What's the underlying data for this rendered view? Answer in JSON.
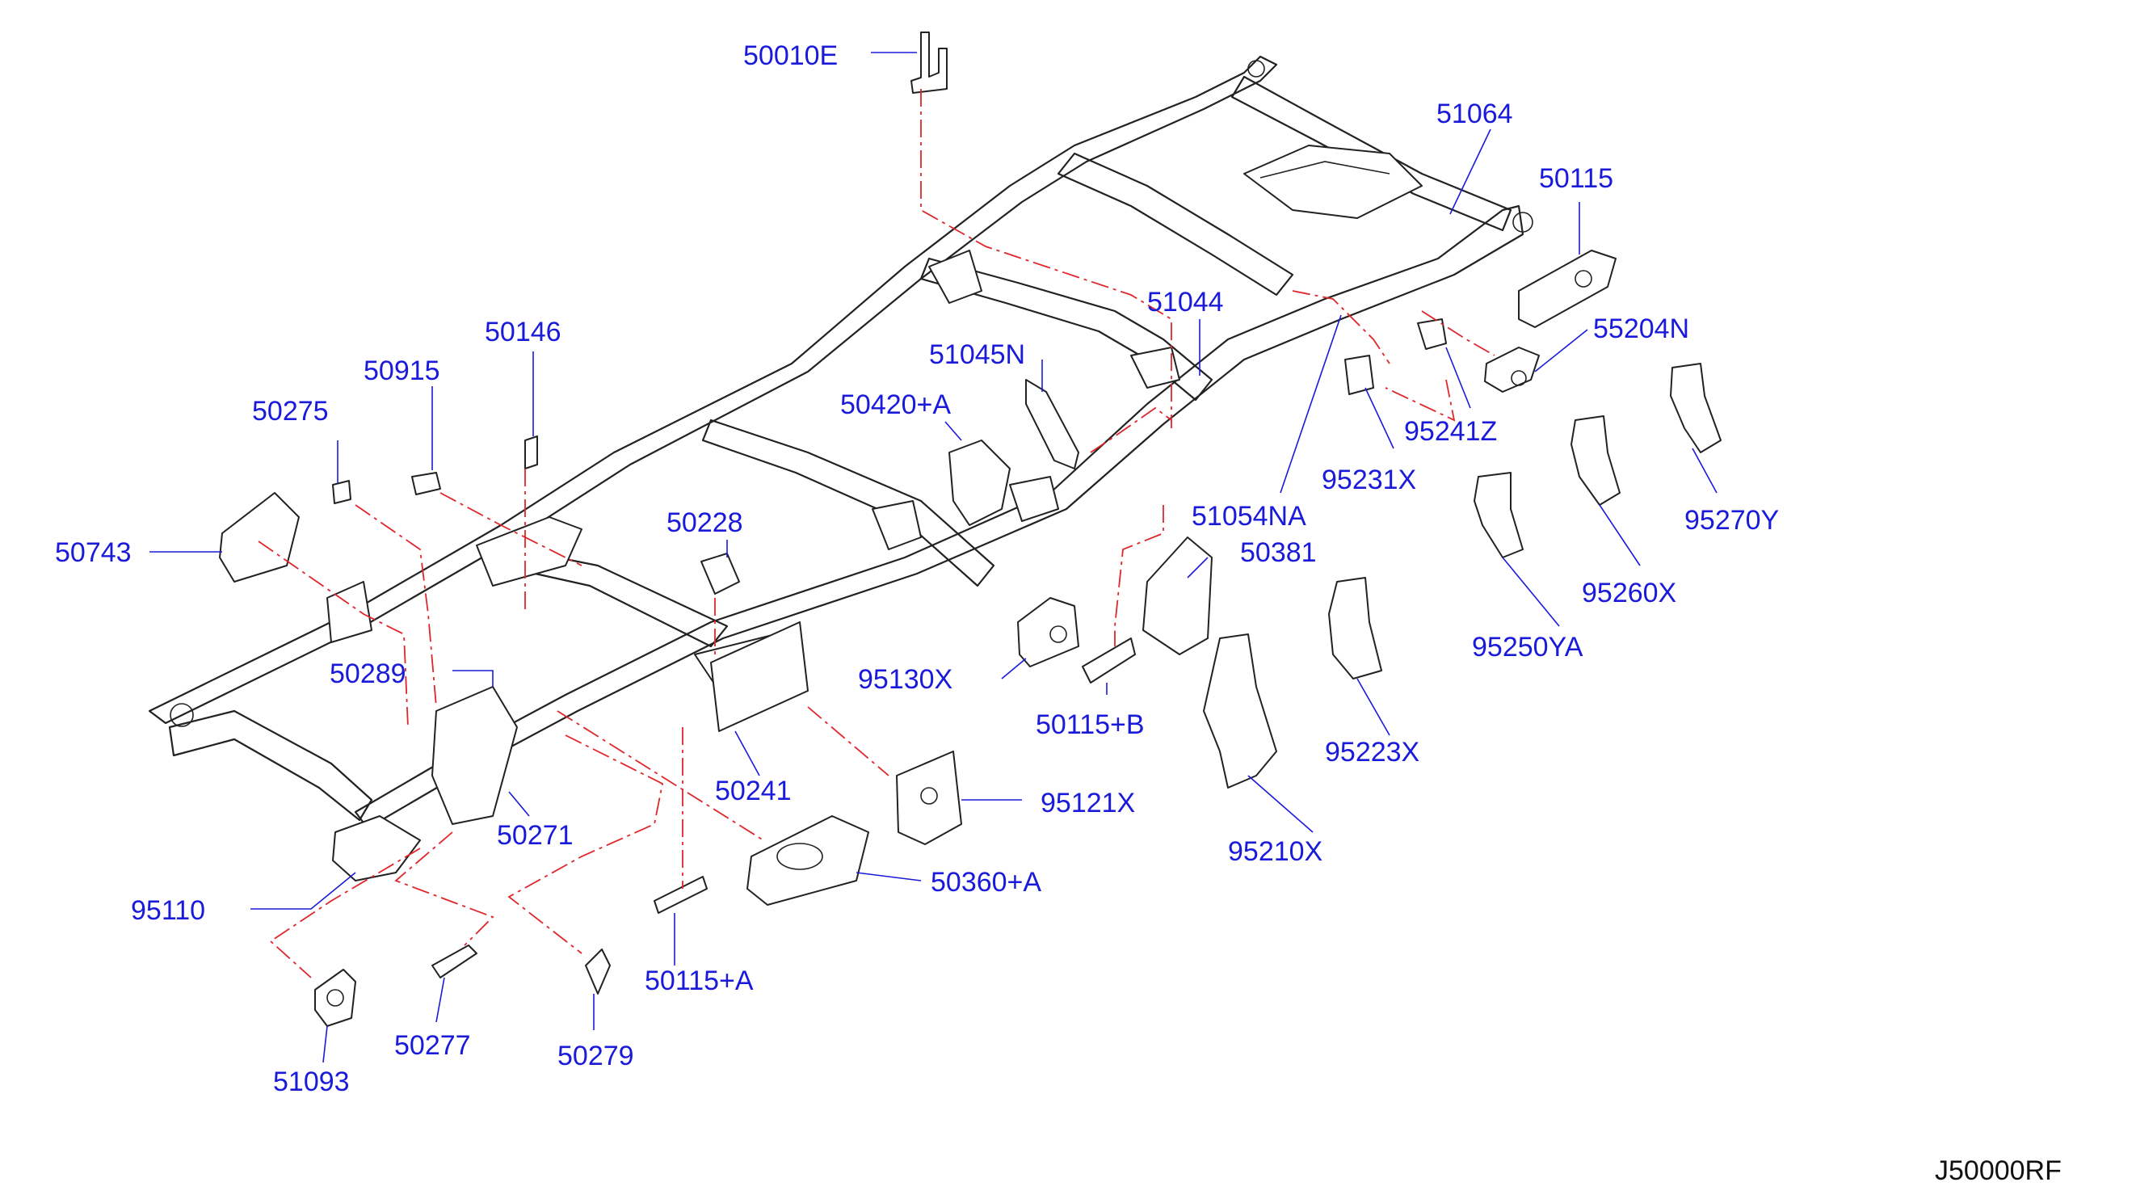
{
  "diagram": {
    "id_label": "J50000RF",
    "colors": {
      "callout_text": "#1a1adb",
      "leader_line": "#1a1adb",
      "assembly_guide": "#e0262b",
      "outline": "#222222",
      "background": "#ffffff"
    },
    "callouts": {
      "p50010E": "50010E",
      "p51064": "51064",
      "p50115": "50115",
      "p51044": "51044",
      "p55204N": "55204N",
      "p51045N": "51045N",
      "p50146": "50146",
      "p50915": "50915",
      "p50420A": "50420+A",
      "p95241Z": "95241Z",
      "p50275": "50275",
      "p95231X": "95231X",
      "p51054NA": "51054NA",
      "p95270Y": "95270Y",
      "p50228": "50228",
      "p50743": "50743",
      "p50381": "50381",
      "p95260X": "95260X",
      "p95250YA": "95250YA",
      "p50289": "50289",
      "p95130X": "95130X",
      "p50115B": "50115+B",
      "p95223X": "95223X",
      "p50241": "50241",
      "p95121X": "95121X",
      "p50271": "50271",
      "p95210X": "95210X",
      "p50360A": "50360+A",
      "p95110": "95110",
      "p50115A": "50115+A",
      "p50277": "50277",
      "p51093": "51093",
      "p50279": "50279"
    }
  }
}
